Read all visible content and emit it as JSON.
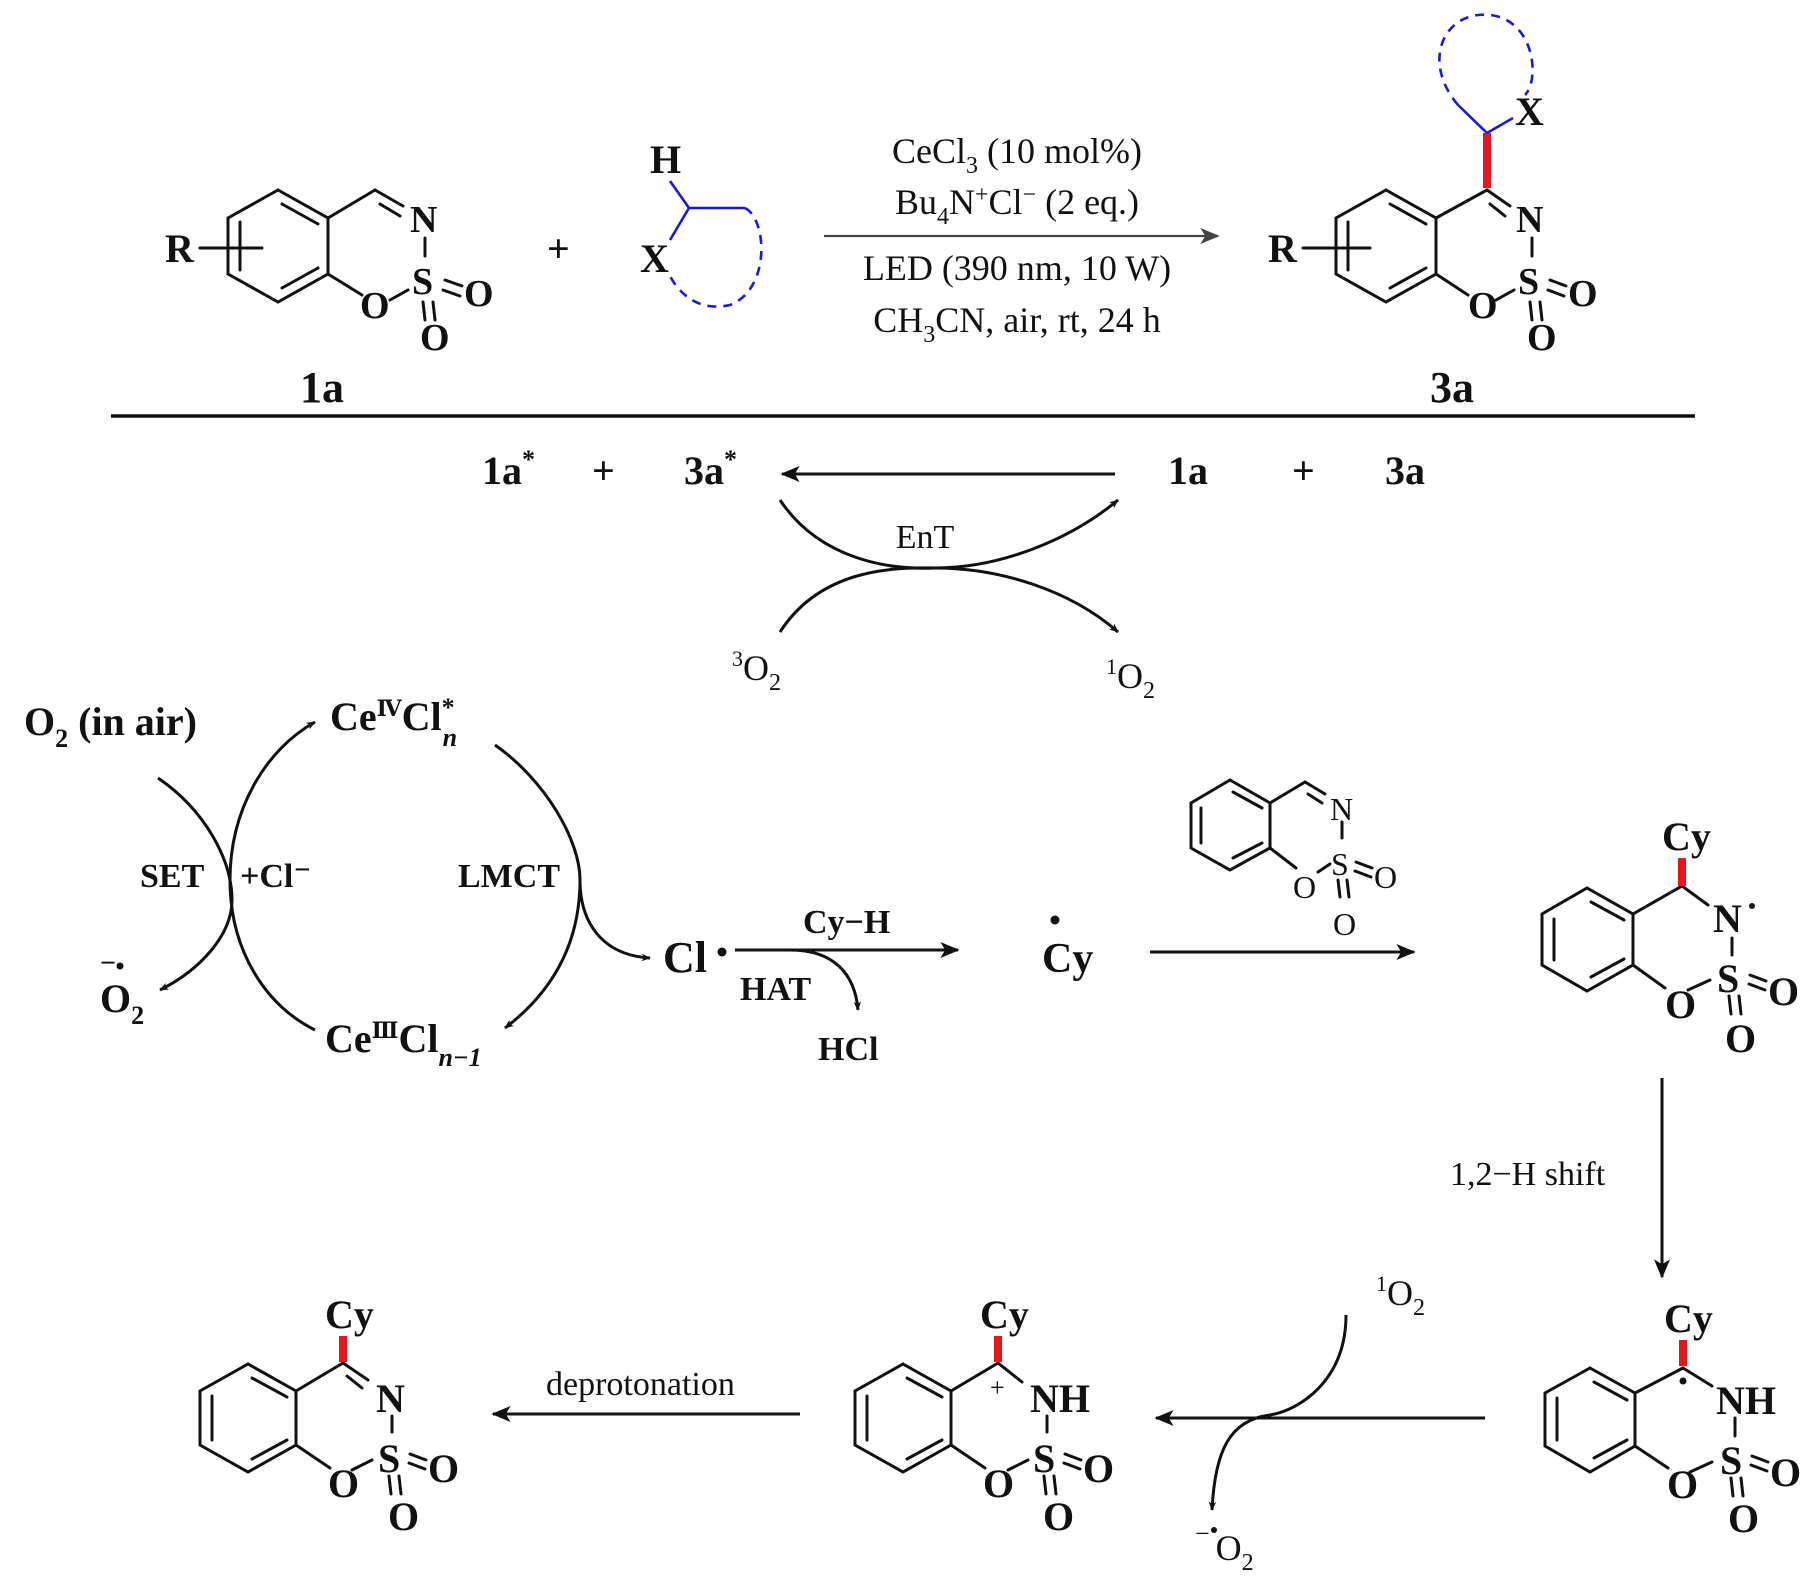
{
  "colors": {
    "ink": "#111111",
    "new_bond": "#e8151b",
    "ring_fragment": "#1a1ad6",
    "background": "#ffffff"
  },
  "reaction": {
    "reactant1": {
      "label": "1a",
      "substituent": "R",
      "atoms": {
        "N": "N",
        "S": "S",
        "O_ring": "O",
        "O1": "O",
        "O2": "O"
      }
    },
    "plus": "+",
    "reactant2": {
      "H": "H",
      "X": "X"
    },
    "conditions": {
      "line1_main": "CeCl",
      "line1_sub": "3",
      "line1_rest": " (10 mol%)",
      "line2_main": "Bu",
      "line2_sub": "4",
      "line2_rest": "N",
      "line2_sup": "+",
      "line2_rest2": "Cl",
      "line2_sup2": "−",
      "line2_rest3": " (2 eq.)",
      "line3": "LED (390 nm, 10 W)",
      "line4_main": "CH",
      "line4_sub": "3",
      "line4_rest": "CN, air, rt, 24 h"
    },
    "product": {
      "label": "3a",
      "substituent": "R",
      "X": "X",
      "atoms": {
        "N": "N",
        "S": "S",
        "O_ring": "O",
        "O1": "O",
        "O2": "O"
      }
    }
  },
  "ent_cycle": {
    "left_1a": "1a",
    "star": "*",
    "plus": "+",
    "left_3a": "3a",
    "right_1a": "1a",
    "right_3a": "3a",
    "label": "EnT",
    "triplet_O2": {
      "sup": "3",
      "main": "O",
      "sub": "2"
    },
    "singlet_O2": {
      "sup": "1",
      "main": "O",
      "sub": "2"
    }
  },
  "ce_cycle": {
    "o2_air_main": "O",
    "o2_air_sub": "2",
    "o2_air_rest": " (in air)",
    "ce4_main": "Ce",
    "ce4_sup": "Ⅳ",
    "ce4_cl": "Cl",
    "ce4_star": "*",
    "ce4_n": "n",
    "ce3_main": "Ce",
    "ce3_sup": "Ⅲ",
    "ce3_cl": "Cl",
    "ce3_sub": "n−1",
    "superoxide_main": "O",
    "superoxide_sub": "2",
    "superoxide_charge": "−",
    "set_label": "SET",
    "cl_add_label": "+Cl⁻",
    "lmct_label": "LMCT"
  },
  "radical_path": {
    "cl_radical": "Cl",
    "hat_reagent": "Cy−H",
    "hat_label": "HAT",
    "hcl": "HCl",
    "cy_radical": "Cy",
    "substrate_atoms": {
      "N": "N",
      "S": "S",
      "O_ring": "O",
      "O1": "O",
      "O2": "O"
    },
    "n_radical": {
      "cy": "Cy",
      "N": "N",
      "S": "S",
      "O_ring": "O",
      "O1": "O",
      "O2": "O"
    },
    "shift_label": "1,2−H shift",
    "c_radical": {
      "cy": "Cy",
      "NH": "NH",
      "S": "S",
      "O_ring": "O",
      "O1": "O",
      "O2": "O"
    },
    "singlet_o2": {
      "sup": "1",
      "main": "O",
      "sub": "2"
    },
    "superoxide": {
      "charge": "−",
      "main": "O",
      "sub": "2"
    },
    "cation": {
      "cy": "Cy",
      "plus": "+",
      "NH": "NH",
      "S": "S",
      "O_ring": "O",
      "O1": "O",
      "O2": "O"
    },
    "deprotonation_label": "deprotonation",
    "final": {
      "cy": "Cy",
      "N": "N",
      "S": "S",
      "O_ring": "O",
      "O1": "O",
      "O2": "O"
    }
  }
}
